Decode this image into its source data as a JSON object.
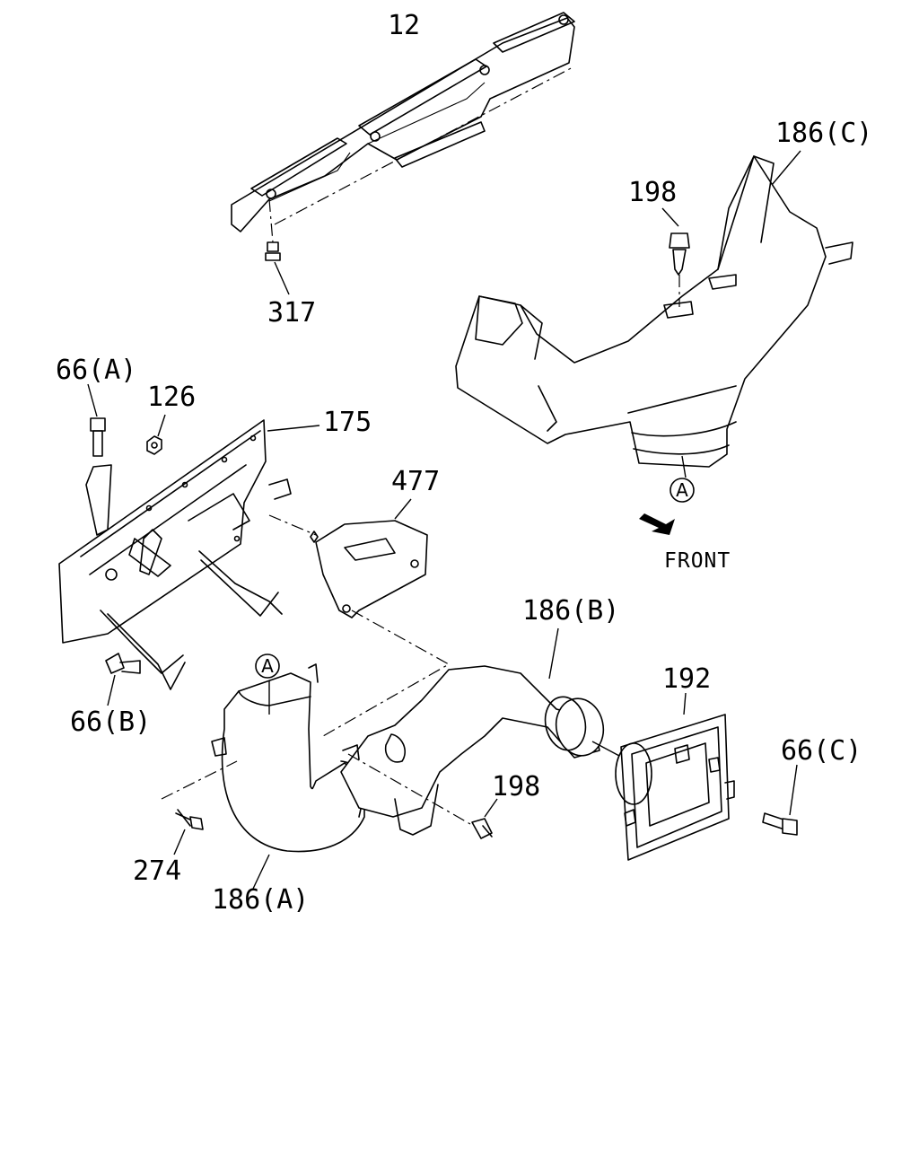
{
  "labels": {
    "p12": "12",
    "p317": "317",
    "p186c": "186(C)",
    "p198_top": "198",
    "p66a": "66(A)",
    "p126": "126",
    "p175": "175",
    "p477": "477",
    "p66b": "66(B)",
    "p186b": "186(B)",
    "p192": "192",
    "p66c": "66(C)",
    "p198_bottom": "198",
    "p274": "274",
    "p186a": "186(A)"
  },
  "markers": {
    "ref_a_top": "A",
    "ref_a_bottom": "A"
  },
  "direction": {
    "front": "FRONT"
  }
}
